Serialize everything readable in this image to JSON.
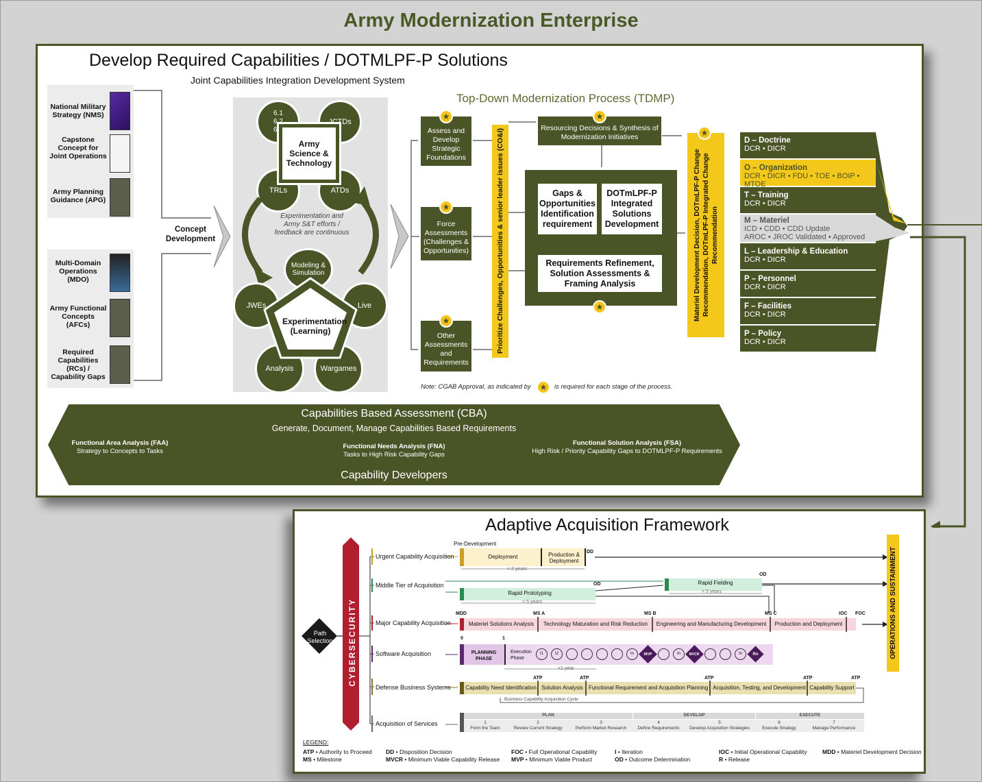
{
  "title": "Army Modernization Enterprise",
  "develop": {
    "title": "Develop Required Capabilities / DOTMLPF-P Solutions",
    "subtitle": "Joint Capabilities Integration Development System",
    "docs_top": [
      "National Military Strategy (NMS)",
      "Capstone Concept for Joint Operations",
      "Army Planning Guidance (APG)"
    ],
    "docs_bottom": [
      "Multi-Domain Operations (MDO)",
      "Army Functional Concepts (AFCs)",
      "Required Capabilities (RCs) / Capability Gaps"
    ],
    "concept_development": "Concept Development"
  },
  "science": {
    "center": "Army Science & Technology",
    "nodes": {
      "top_left": "6.1\n6.2\n6.3",
      "top_right": "JCTDs",
      "bottom_left": "TRLs",
      "bottom_right": "ATDs"
    },
    "note": "Experimentation and Army S&T efforts / feedback are continuous",
    "exp_center": "Experimentation (Learning)",
    "exp_nodes": {
      "top": "Modeling & Simulation",
      "left": "JWEs",
      "right": "Live",
      "bottom_left": "Analysis",
      "bottom_right": "Wargames"
    }
  },
  "tdmp": {
    "title": "Top-Down Modernization Process (TDMP)",
    "assess": "Assess and Develop Strategic Foundations",
    "force": "Force Assessments (Challenges & Opportunities)",
    "other": "Other Assessments and Requirements",
    "prioritize": "Prioritize Challenges, Opportunities & senior leader issues (CO&I)",
    "resourcing": "Resourcing Decisions & Synthesis of Modernization Initiatives",
    "gaps": "Gaps & Opportunities Identification requirement",
    "dotmlpf": "DOTmLPF-P Integrated Solutions Development",
    "refinement": "Requirements Refinement, Solution Assessments & Framing Analysis",
    "materiel_decision": "Materiel Development Decision, DOTmLPF-P Change Recommendation, DOTmLPF-P Integrated Change Recommendation",
    "note_prefix": "Note: CGAB Approval, as indicated by",
    "note_suffix": "is required for each stage of the process."
  },
  "dotmlpf": [
    {
      "title": "D – Doctrine",
      "sub": "DCR • DICR"
    },
    {
      "title": "O – Organization",
      "sub": "DCR • DICR • FDU • TOE • BOIP • MTOE"
    },
    {
      "title": "T – Training",
      "sub": "DCR • DICR"
    },
    {
      "title": "M – Materiel",
      "sub": "ICD • CDD • CDD Update",
      "sub2": "AROC • JROC Validated • Approved"
    },
    {
      "title": "L – Leadership & Education",
      "sub": "DCR • DICR"
    },
    {
      "title": "P – Personnel",
      "sub": "DCR • DICR"
    },
    {
      "title": "F – Facilities",
      "sub": "DCR • DICR"
    },
    {
      "title": "P – Policy",
      "sub": "DCR • DICR"
    }
  ],
  "cba": {
    "title": "Capabilities Based Assessment (CBA)",
    "subtitle": "Generate, Document, Manage Capabilities Based Requirements",
    "faa_title": "Functional Area Analysis (FAA)",
    "faa_sub": "Strategy to Concepts to Tasks",
    "fna_title": "Functional Needs Analysis (FNA)",
    "fna_sub": "Tasks to High Risk Capability Gaps",
    "fsa_title": "Functional Solution Analysis (FSA)",
    "fsa_sub": "High Risk / Priority Capability Gaps to DOTMLPF-P Requirements",
    "footer": "Capability Developers"
  },
  "aaf": {
    "title": "Adaptive Acquisition Framework",
    "cybersecurity": "CYBERSECURITY",
    "path_selection": "Path Selection",
    "ops": "OPERATIONS AND SUSTAINMENT",
    "paths": [
      "Urgent Capability Acquisition",
      "Middle Tier of Acquisition",
      "Major Capability Acquisition",
      "Software Acquisition",
      "Defense Business Systems",
      "Acquisition of Services"
    ],
    "urgent": {
      "pre": "Pre-Development",
      "deploy": "Deployment",
      "prod": "Production & Deployment",
      "dd": "DD",
      "dur": "< 2 years"
    },
    "mta": {
      "fielding": "Rapid Fielding",
      "proto": "Rapid Prototyping",
      "od": "OD",
      "dur1": "< 5 years",
      "dur2": "< 5 years"
    },
    "major": {
      "mdd": "MDD",
      "msa": "MS A",
      "msb": "MS B",
      "msc": "MS C",
      "ioc": "IOC",
      "foc": "FOC",
      "phases": [
        "Materiel Solutions Analysis",
        "Technology Maturation and Risk Reduction",
        "Engineering and Manufacturing Development",
        "Production and Deployment"
      ]
    },
    "software": {
      "planning": "PLANNING PHASE",
      "exec": "Execution Phase",
      "zero": "0",
      "one": "1",
      "dur": "<1 year",
      "items": [
        "I1",
        "I2",
        "",
        "",
        "",
        "",
        "In",
        "MVP",
        "",
        "In",
        "MVCR",
        "",
        "",
        "In",
        "Rn"
      ]
    },
    "dbs": {
      "atp": "ATP",
      "phases": [
        "Capability Need Identification",
        "Solution Analysis",
        "Functional Requirement and Acquisition Planning",
        "Acquisition, Testing, and Development",
        "Capability Support"
      ],
      "cycle": "Business Capability Acquisition Cycle"
    },
    "services": {
      "plan": "PLAN",
      "develop": "DEVELOP",
      "execute": "EXECUTE",
      "steps": [
        {
          "n": "1",
          "t": "Form the Team"
        },
        {
          "n": "2",
          "t": "Review Current Strategy"
        },
        {
          "n": "3",
          "t": "Perform Market Research"
        },
        {
          "n": "4",
          "t": "Define Requirements"
        },
        {
          "n": "5",
          "t": "Develop Acquisition Strategies"
        },
        {
          "n": "6",
          "t": "Execute Strategy"
        },
        {
          "n": "7",
          "t": "Manage Performance"
        }
      ]
    },
    "legend": {
      "title": "LEGEND:",
      "items": [
        {
          "k": "ATP",
          "v": "Authority to Proceed"
        },
        {
          "k": "MS",
          "v": "Milestone"
        },
        {
          "k": "DD",
          "v": "Disposition Decision"
        },
        {
          "k": "MVCR",
          "v": "Minimum Viable Capability Release"
        },
        {
          "k": "FOC",
          "v": "Full Operational Capability"
        },
        {
          "k": "MVP",
          "v": "Minimum Viable Product"
        },
        {
          "k": "I",
          "v": "Iteration"
        },
        {
          "k": "OD",
          "v": "Outcome Determination"
        },
        {
          "k": "IOC",
          "v": "Initial Operational Capability"
        },
        {
          "k": "R",
          "v": "Release"
        },
        {
          "k": "MDD",
          "v": "Materiel Development Decision"
        }
      ]
    }
  }
}
